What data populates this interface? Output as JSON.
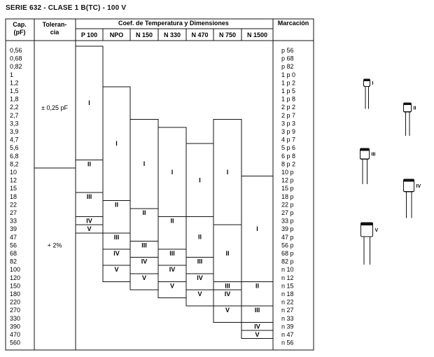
{
  "title": "SERIE 632 - CLASE 1 B(TC) - 100 V",
  "headers": {
    "cap_line1": "Cap.",
    "cap_line2": "(pF)",
    "tol_line1": "Toleran-",
    "tol_line2": "cia",
    "coef": "Coef. de Temperatura y Dimensiones",
    "marc": "Marcación"
  },
  "columns": [
    "P 100",
    "NPO",
    "N 150",
    "N 330",
    "N 470",
    "N 750",
    "N 1500"
  ],
  "capacitances": [
    "0,56",
    "0,68",
    "0,82",
    "1",
    "1,2",
    "1,5",
    "1,8",
    "2,2",
    "2,7",
    "3,3",
    "3,9",
    "4,7",
    "5,6",
    "6,8",
    "8,2",
    "10",
    "12",
    "15",
    "18",
    "22",
    "27",
    "33",
    "39",
    "47",
    "56",
    "68",
    "82",
    "100",
    "120",
    "150",
    "180",
    "220",
    "270",
    "330",
    "390",
    "470",
    "560"
  ],
  "markings": [
    "p 56",
    "p 68",
    "p 82",
    "1 p 0",
    "1 p 2",
    "1 p 5",
    "1 p 8",
    "2 p 2",
    "2 p 7",
    "3 p 3",
    "3 p 9",
    "4 p 7",
    "5 p 6",
    "6 p 8",
    "8 p 2",
    "10 p",
    "12 p",
    "15 p",
    "18 p",
    "22 p",
    "27 p",
    "33 p",
    "39 p",
    "47 p",
    "56 p",
    "68 p",
    "82 p",
    "n 10",
    "n 12",
    "n 15",
    "n 18",
    "n 22",
    "n 27",
    "n 33",
    "n 39",
    "n 47",
    "n 56"
  ],
  "tolerances": [
    {
      "label": "± 0,25 pF",
      "from": 0,
      "to": 15
    },
    {
      "label": "+ 2%",
      "from": 15,
      "to": 37
    }
  ],
  "blocks": [
    {
      "col": 0,
      "from": 0,
      "to": 14,
      "label": "I"
    },
    {
      "col": 0,
      "from": 14,
      "to": 18,
      "label": "II"
    },
    {
      "col": 0,
      "from": 18,
      "to": 21,
      "label": "III"
    },
    {
      "col": 0,
      "from": 21,
      "to": 22,
      "label": "IV"
    },
    {
      "col": 0,
      "from": 22,
      "to": 23,
      "label": "V"
    },
    {
      "col": 1,
      "from": 5,
      "to": 19,
      "label": "I"
    },
    {
      "col": 1,
      "from": 19,
      "to": 23,
      "label": "II"
    },
    {
      "col": 1,
      "from": 23,
      "to": 25,
      "label": "III"
    },
    {
      "col": 1,
      "from": 25,
      "to": 27,
      "label": "IV"
    },
    {
      "col": 1,
      "from": 27,
      "to": 29,
      "label": "V"
    },
    {
      "col": 2,
      "from": 9,
      "to": 20,
      "label": "I"
    },
    {
      "col": 2,
      "from": 20,
      "to": 24,
      "label": "II"
    },
    {
      "col": 2,
      "from": 24,
      "to": 26,
      "label": "III"
    },
    {
      "col": 2,
      "from": 26,
      "to": 28,
      "label": "IV"
    },
    {
      "col": 2,
      "from": 28,
      "to": 30,
      "label": "V"
    },
    {
      "col": 3,
      "from": 10,
      "to": 21,
      "label": "I"
    },
    {
      "col": 3,
      "from": 21,
      "to": 25,
      "label": "II"
    },
    {
      "col": 3,
      "from": 25,
      "to": 27,
      "label": "III"
    },
    {
      "col": 3,
      "from": 27,
      "to": 29,
      "label": "IV"
    },
    {
      "col": 3,
      "from": 29,
      "to": 31,
      "label": "V"
    },
    {
      "col": 4,
      "from": 12,
      "to": 21,
      "label": "I"
    },
    {
      "col": 4,
      "from": 21,
      "to": 26,
      "label": "II"
    },
    {
      "col": 4,
      "from": 26,
      "to": 28,
      "label": "III"
    },
    {
      "col": 4,
      "from": 28,
      "to": 30,
      "label": "IV"
    },
    {
      "col": 4,
      "from": 30,
      "to": 32,
      "label": "V"
    },
    {
      "col": 5,
      "from": 9,
      "to": 22,
      "label": "I"
    },
    {
      "col": 5,
      "from": 22,
      "to": 29,
      "label": "II"
    },
    {
      "col": 5,
      "from": 29,
      "to": 30,
      "label": "III"
    },
    {
      "col": 5,
      "from": 30,
      "to": 32,
      "label": "IV"
    },
    {
      "col": 5,
      "from": 32,
      "to": 34,
      "label": "V"
    },
    {
      "col": 6,
      "from": 16,
      "to": 29,
      "label": "I"
    },
    {
      "col": 6,
      "from": 29,
      "to": 32,
      "label": "II"
    },
    {
      "col": 6,
      "from": 32,
      "to": 34,
      "label": "III"
    },
    {
      "col": 6,
      "from": 34,
      "to": 35,
      "label": "IV"
    },
    {
      "col": 6,
      "from": 35,
      "to": 36,
      "label": "V"
    }
  ],
  "capacitors": [
    {
      "label": "I",
      "size": 1
    },
    {
      "label": "II",
      "size": 2
    },
    {
      "label": "III",
      "size": 3
    },
    {
      "label": "IV",
      "size": 4
    },
    {
      "label": "V",
      "size": 5
    }
  ]
}
